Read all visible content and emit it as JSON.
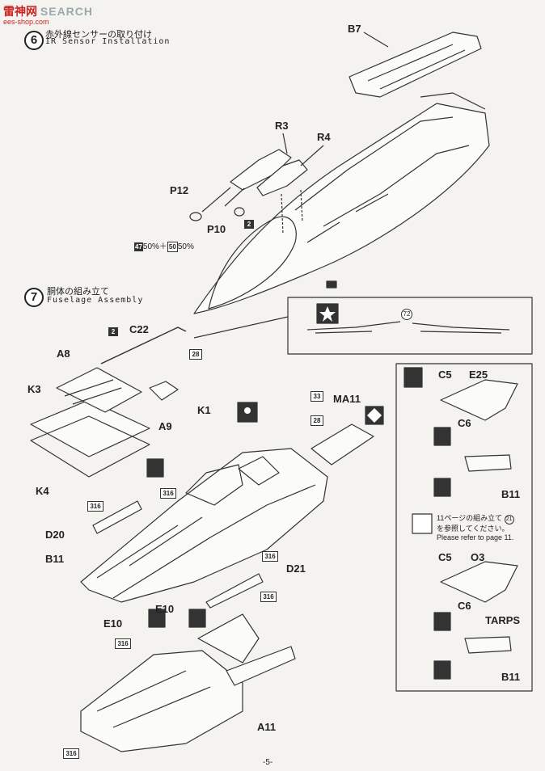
{
  "watermark": {
    "brand": "雷神网",
    "suffix": "SEARCH",
    "url": "ees-shop.com"
  },
  "step6": {
    "number": "6",
    "title_jp": "赤外線センサーの取り付け",
    "title_en": "IR Sensor Installation"
  },
  "step7": {
    "number": "7",
    "title_jp": "胴体の組み立て",
    "title_en": "Fuselage Assembly"
  },
  "parts": {
    "b7": "B7",
    "r3": "R3",
    "r4": "R4",
    "p12": "P12",
    "p10": "P10",
    "c22": "C22",
    "a8": "A8",
    "k3": "K3",
    "k1": "K1",
    "a9": "A9",
    "k4": "K4",
    "ma11": "MA11",
    "d20": "D20",
    "b11": "B11",
    "d21": "D21",
    "e10a": "E10",
    "e10b": "E10",
    "a11": "A11",
    "c5a": "C5",
    "e25": "E25",
    "c6a": "C6",
    "b11b": "B11",
    "c5b": "C5",
    "o3": "O3",
    "c6b": "C6",
    "tarps": "TARPS",
    "b11c": "B11"
  },
  "paint": {
    "mix_code_a": "47",
    "mix_pct_a": "50%",
    "plus": "＋",
    "mix_code_b": "50",
    "mix_pct_b": "50%"
  },
  "codes": {
    "c2a": "2",
    "c2b": "2",
    "c28a": "28",
    "c33": "33",
    "c28b": "28",
    "c316a": "316",
    "c316b": "316",
    "c316c": "316",
    "c316d": "316",
    "c316e": "316",
    "c316f": "316",
    "c72": "72",
    "c21": "21"
  },
  "reference": {
    "jp_line1": "11ページの組み立て",
    "jp_line2": "を参照してください。",
    "en": "Please refer to page 11."
  },
  "page_number": "-5-"
}
